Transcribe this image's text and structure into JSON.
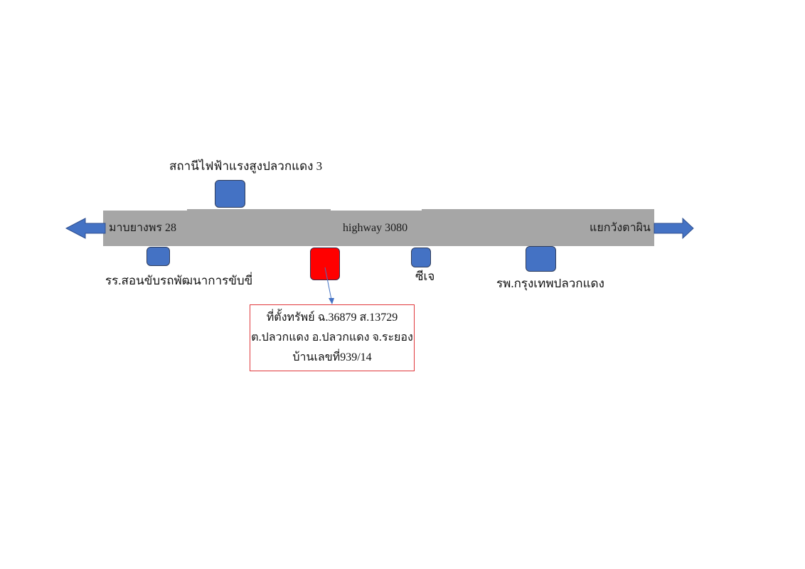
{
  "road": {
    "name": "highway 3080",
    "west_end_label": "มาบยางพร 28",
    "east_end_label": "แยกวังตาผิน",
    "color": "#a6a6a6"
  },
  "directions": {
    "west_arrow": "arrow-left",
    "east_arrow": "arrow-right",
    "arrow_color": "#4472c4"
  },
  "landmarks": [
    {
      "label": "สถานีไฟฟ้าแรงสูงปลวกแดง 3",
      "side": "north",
      "color": "#4472c4"
    },
    {
      "label": "รร.สอนขับรถพัฒนาการขับขี่",
      "side": "south",
      "color": "#4472c4"
    },
    {
      "label": "ซีเจ",
      "side": "south",
      "color": "#4472c4"
    },
    {
      "label": "รพ.กรุงเทพปลวกแดง",
      "side": "south",
      "color": "#4472c4"
    }
  ],
  "property": {
    "marker_color": "#ff0000",
    "callout_border_color": "#e0383c",
    "lines": [
      "ที่ตั้งทรัพย์ ฉ.36879 ส.13729",
      "ต.ปลวกแดง อ.ปลวกแดง จ.ระยอง",
      "บ้านเลขที่939/14"
    ]
  }
}
